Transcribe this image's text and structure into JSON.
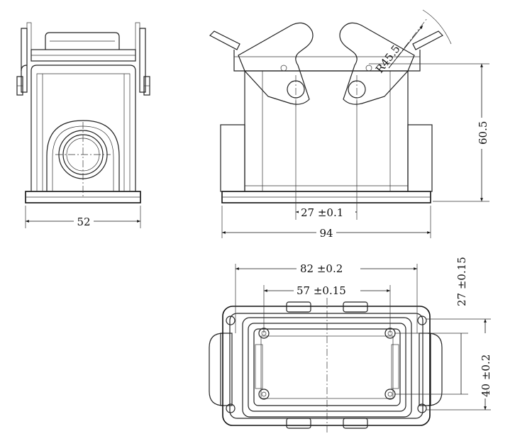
{
  "drawing": {
    "dimensions": {
      "width_52": "52",
      "spacing_27": "27 ±0.1",
      "width_94": "94",
      "height_60_5": "60.5",
      "radius": "R45.5",
      "width_82": "82 ±0.2",
      "width_57": "57 ±0.15",
      "height_27": "27 ±0.15",
      "height_40": "40 ±0.2"
    }
  }
}
